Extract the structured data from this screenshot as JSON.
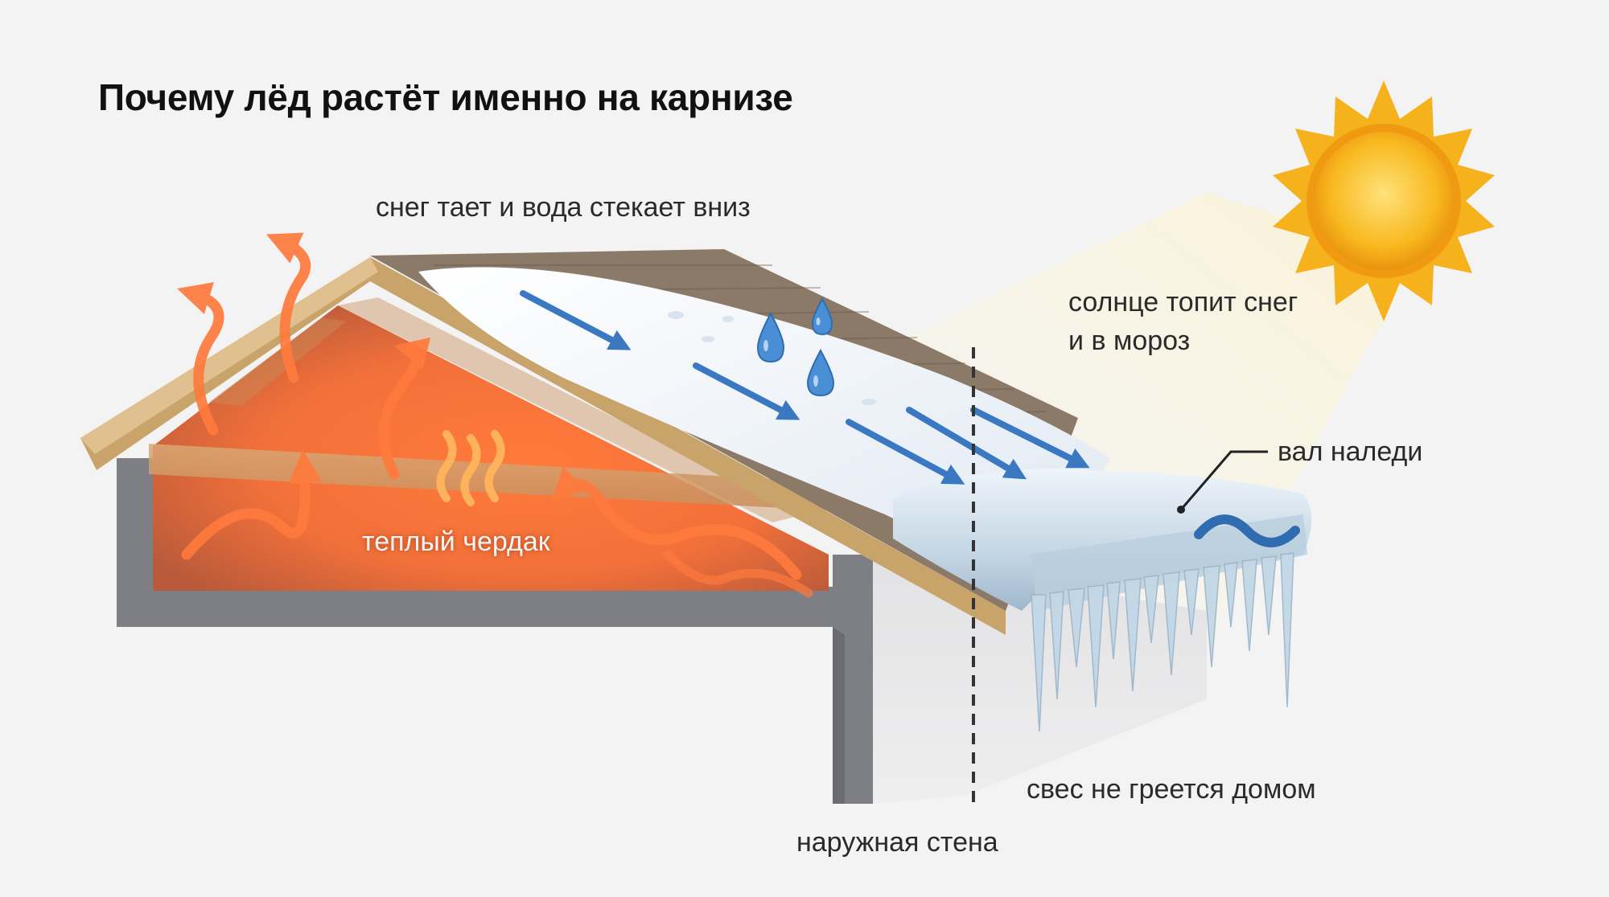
{
  "title": "Почему лёд растёт именно на карнизе",
  "labels": {
    "snow_melts": "снег тает и вода стекает вниз",
    "sun_line1": "солнце топит снег",
    "sun_line2": "и в мороз",
    "ice_dam": "вал наледи",
    "warm_attic": "теплый чердак",
    "overhang": "свес не греется домом",
    "outer_wall": "наружная стена"
  },
  "colors": {
    "background": "#f3f3f4",
    "heat_arrow": "#ff7a3d",
    "water_arrow": "#3a78c2",
    "sun": "#f6b21c",
    "shingles": "#8c7a69",
    "snow": "#eef3f9",
    "ice": "#c9dbe8",
    "wall": "#7d7f85",
    "wood": "#c9a46a"
  },
  "icons": [
    "sun-icon",
    "heat-waves-icon",
    "water-drop-icon",
    "arrow-icon",
    "ice-dam-wave-icon"
  ]
}
